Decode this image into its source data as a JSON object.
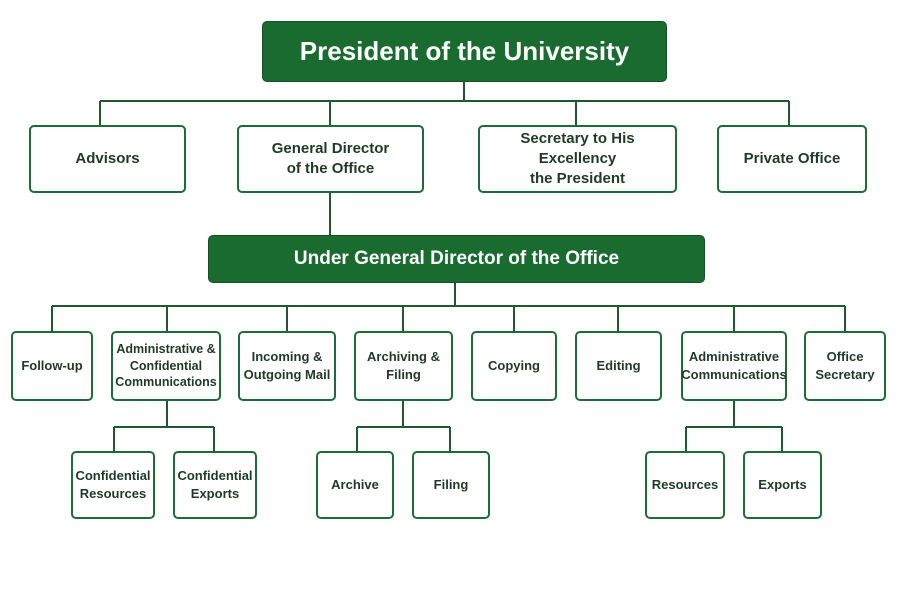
{
  "org_chart": {
    "president": "President of the University",
    "level1": {
      "advisors": "Advisors",
      "general_director": "General Director\nof the Office",
      "secretary": "Secretary to His Excellency\nthe President",
      "private_office": "Private Office"
    },
    "under_general_director": "Under General Director of the Office",
    "units": {
      "follow_up": "Follow-up",
      "admin_confidential": "Administrative &\nConfidential\nCommunications",
      "incoming_outgoing": "Incoming &\nOutgoing Mail",
      "archiving_filing": "Archiving &\nFiling",
      "copying": "Copying",
      "editing": "Editing",
      "admin_communications": "Administrative\nCommunications",
      "office_secretary": "Office\nSecretary"
    },
    "subunits": {
      "confidential_resources": "Confidential\nResources",
      "confidential_exports": "Confidential\nExports",
      "archive": "Archive",
      "filing": "Filing",
      "resources": "Resources",
      "exports": "Exports"
    }
  },
  "colors": {
    "header_fill": "#1a6b30",
    "box_border": "#1f6b35",
    "connector": "#1f5a2e"
  }
}
